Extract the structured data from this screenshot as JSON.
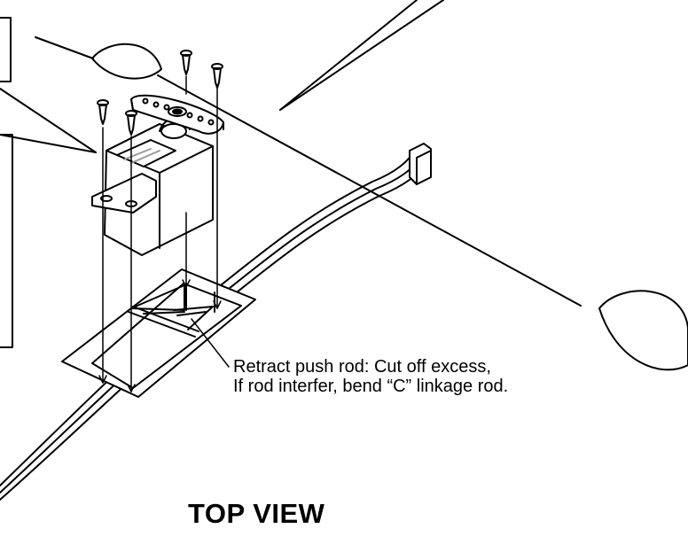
{
  "callout": {
    "line1": "Retract push rod: Cut off excess,",
    "line2": "If rod interfer, bend “C” linkage rod."
  },
  "view_title": "TOP VIEW",
  "icons": [
    "screw-icon",
    "servo-icon",
    "servo-horn-icon",
    "wheel-icon"
  ],
  "colors": {
    "line": "#000000",
    "background": "#ffffff",
    "servo_hatch": "#9a9a9a"
  }
}
